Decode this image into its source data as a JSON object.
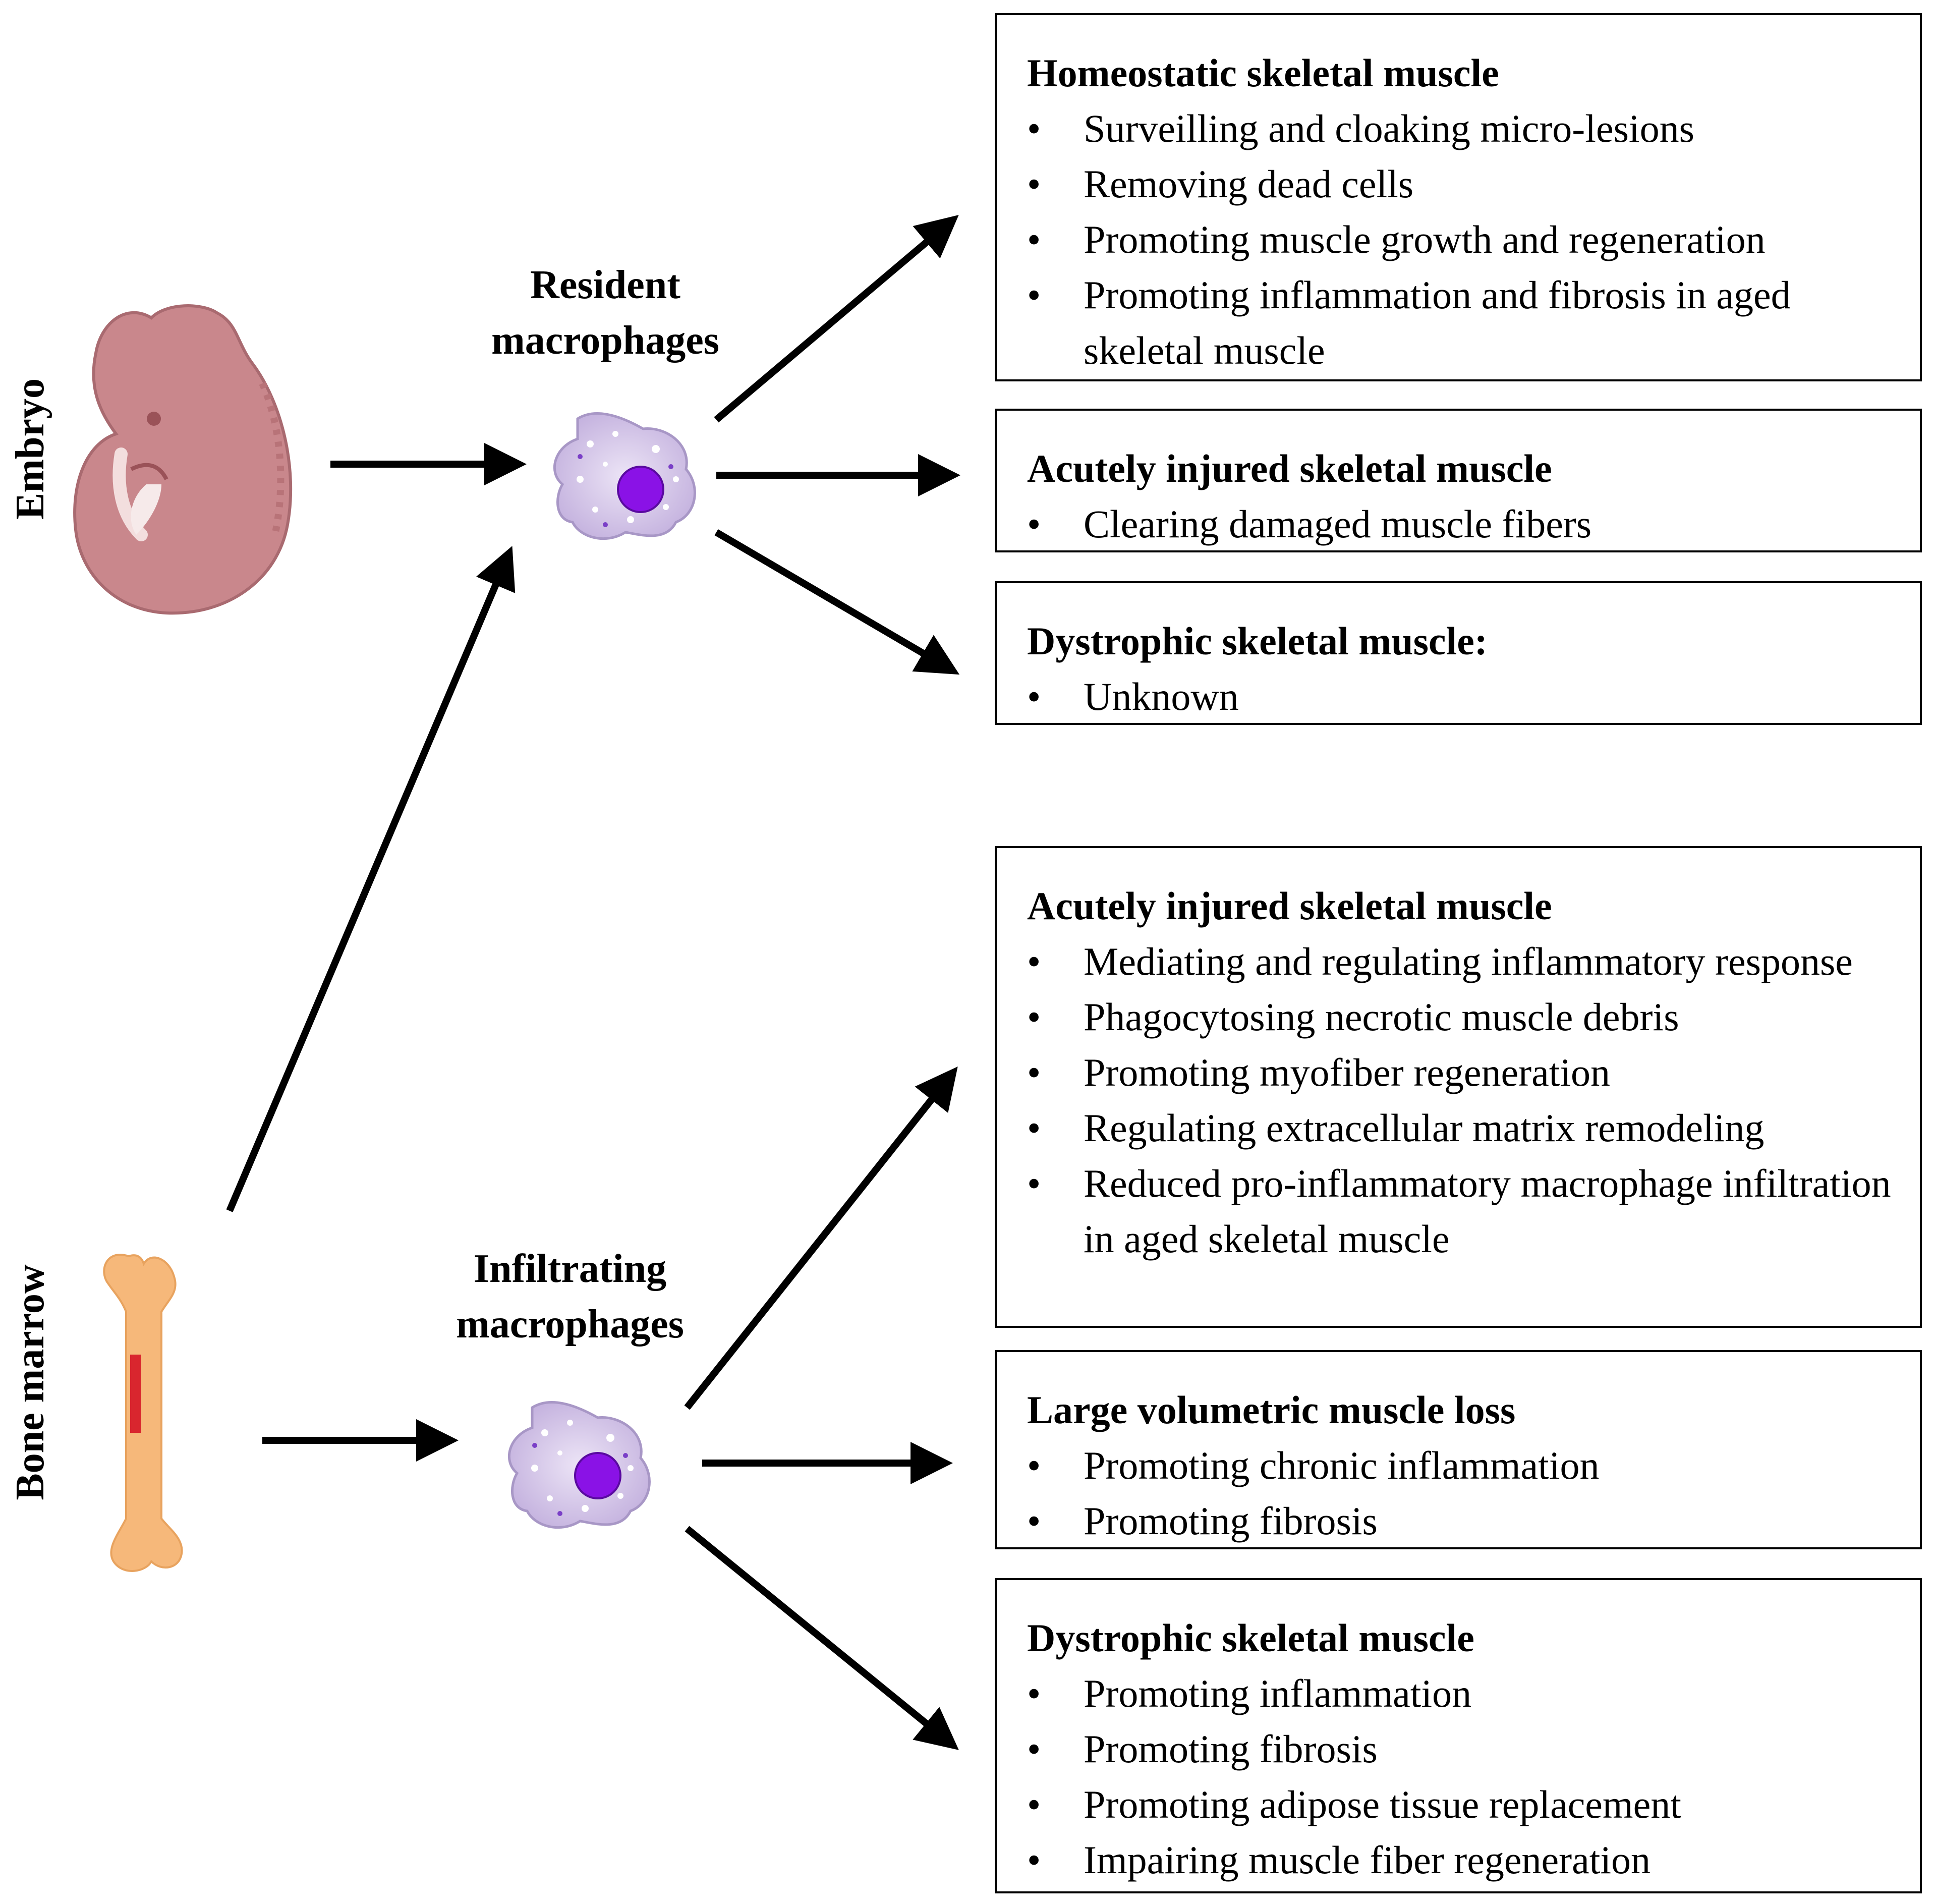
{
  "sources": {
    "embryo_label": "Embryo",
    "bone_marrow_label": "Bone marrow"
  },
  "macrophages": {
    "resident_label": "Resident\nmacrophages",
    "infiltrating_label": "Infiltrating\nmacrophages"
  },
  "resident_outcomes": [
    {
      "title": "Homeostatic skeletal muscle",
      "items": [
        "Surveilling and cloaking micro-lesions",
        "Removing dead cells",
        "Promoting muscle growth and regeneration",
        "Promoting inflammation and fibrosis in aged skeletal muscle"
      ]
    },
    {
      "title": "Acutely injured skeletal muscle",
      "items": [
        "Clearing damaged muscle fibers"
      ]
    },
    {
      "title": "Dystrophic skeletal muscle:",
      "items": [
        "Unknown"
      ]
    }
  ],
  "infiltrating_outcomes": [
    {
      "title": "Acutely injured skeletal muscle",
      "items": [
        "Mediating and regulating inflammatory response",
        "Phagocytosing necrotic muscle debris",
        "Promoting myofiber regeneration",
        "Regulating extracellular matrix remodeling",
        "Reduced pro-inflammatory macrophage infiltration in aged skeletal muscle"
      ]
    },
    {
      "title": "Large volumetric muscle loss",
      "items": [
        "Promoting chronic inflammation",
        "Promoting fibrosis"
      ]
    },
    {
      "title": "Dystrophic skeletal muscle",
      "items": [
        "Promoting inflammation",
        "Promoting fibrosis",
        "Promoting adipose tissue replacement",
        "Impairing muscle fiber regeneration"
      ]
    }
  ],
  "colors": {
    "embryo": "#c9878c",
    "bone": "#f6b87a",
    "marrow": "#d9262e",
    "cell_body": "#c9b8e0",
    "nucleus": "#8a12e6"
  }
}
